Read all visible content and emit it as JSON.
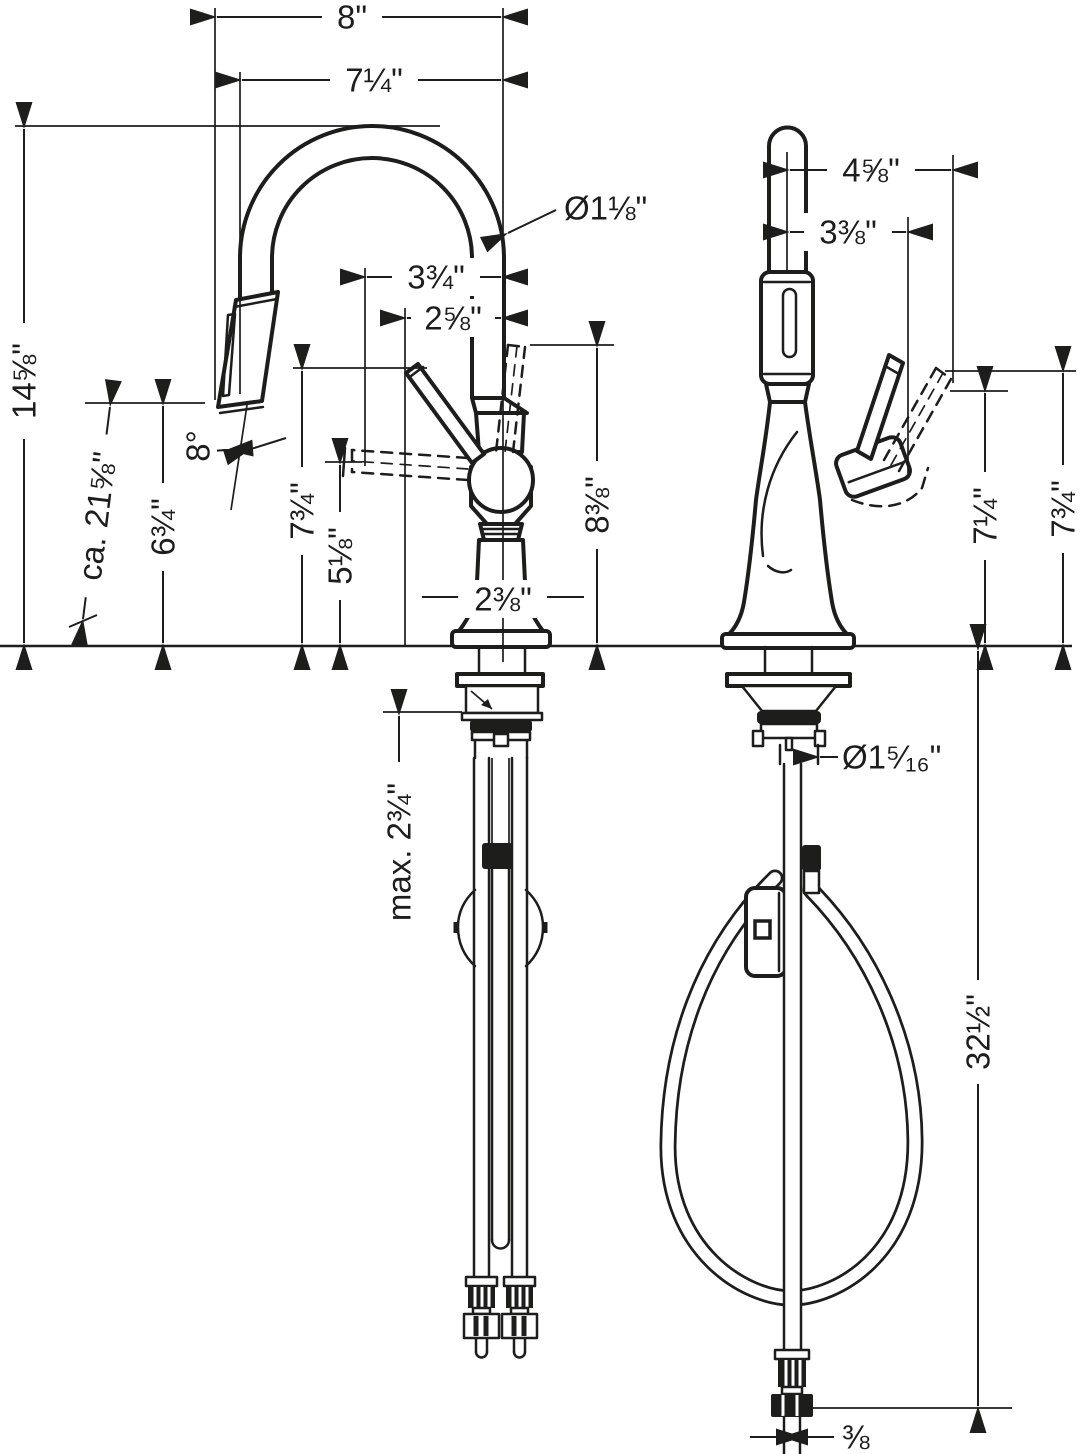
{
  "diagram": {
    "type": "technical-dimension-drawing",
    "subject": "single-lever pull-down kitchen faucet, side view and front view with installation dimensions",
    "background": "#ffffff",
    "line_color": "#1d1d1b",
    "side_view": {
      "spout_width_overall": "8\"",
      "spout_reach": "7¼\"",
      "spout_diameter": "Ø1⅛\"",
      "handle_reach_upper": "3¾\"",
      "handle_reach_lower": "2⅝\"",
      "spout_height_overall": "14⅝\"",
      "hose_pullout_length": "ca. 21⅝\"",
      "sprayer_outlet_height": "6¾\"",
      "sprayer_angle": "8°",
      "handle_tip_height": "7¾\"",
      "handle_down_height": "5⅛\"",
      "handle_up_height": "8⅜\"",
      "base_diameter": "2⅜\"",
      "max_deck_thickness": "max. 2¾\""
    },
    "front_view": {
      "spout_offset_wide": "4⅝\"",
      "handle_offset": "3⅜\"",
      "handle_height": "7¼\"",
      "handle_up_height": "7¾\"",
      "shank_diameter": "Ø1⁵⁄₁₆\"",
      "hose_length_below_deck": "32½\"",
      "supply_connection": "⅜"
    }
  }
}
